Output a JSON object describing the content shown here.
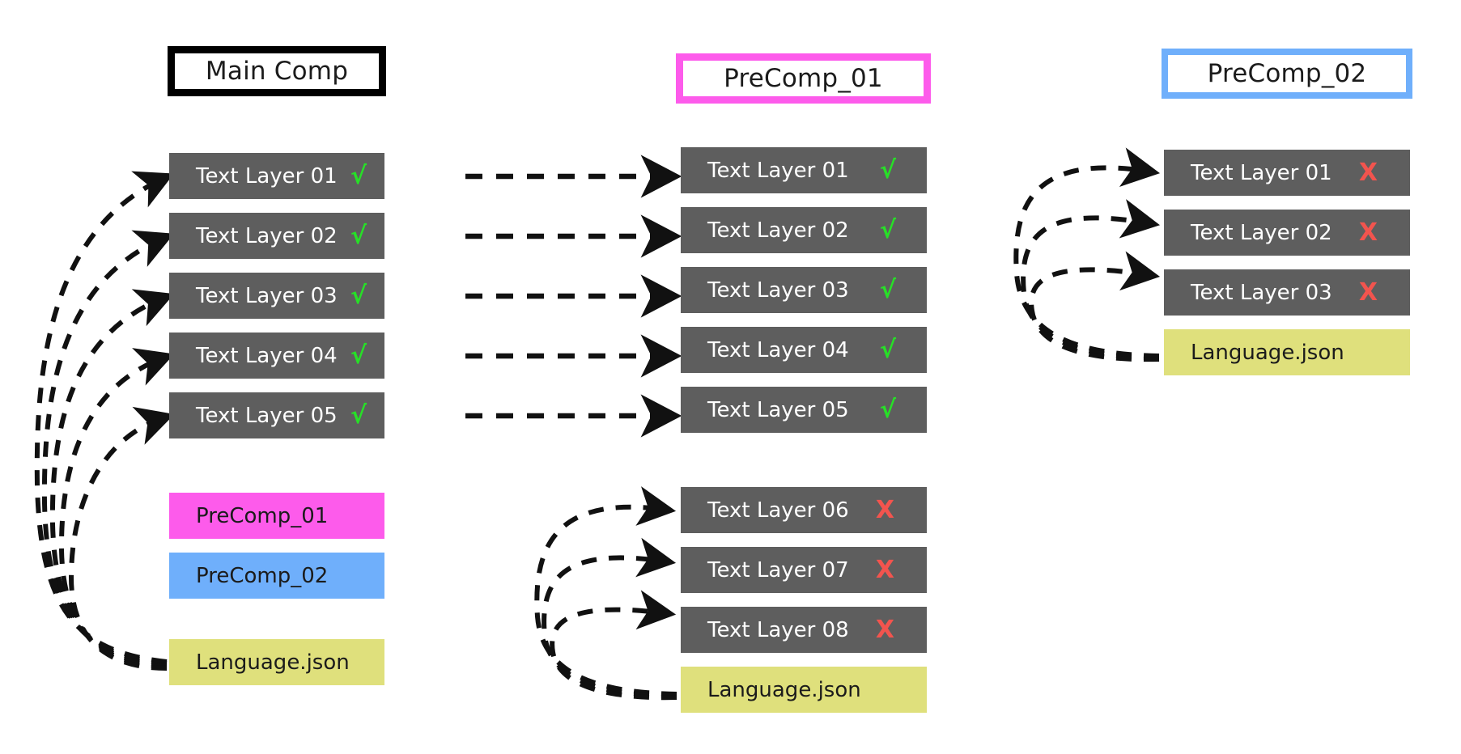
{
  "diagram": {
    "title": "After Effects comp / layer linkage diagram",
    "background": "#ffffff",
    "colors": {
      "layer_gray": "#5e5e5e",
      "precomp_01": "#fd5beb",
      "precomp_02": "#6faffb",
      "json_khaki": "#dfe07c",
      "check_green": "#27e027",
      "cross_red": "#f2544e",
      "arrow_black": "#111111",
      "header_black": "#000000"
    },
    "marks": {
      "ok": "√",
      "no": "X"
    }
  },
  "columns": [
    {
      "id": "main-comp",
      "header": {
        "label": "Main Comp",
        "border_color": "#000000"
      },
      "layers": [
        {
          "name": "Text Layer 01",
          "kind": "text-layer",
          "mark": "ok"
        },
        {
          "name": "Text Layer 02",
          "kind": "text-layer",
          "mark": "ok"
        },
        {
          "name": "Text Layer 03",
          "kind": "text-layer",
          "mark": "ok"
        },
        {
          "name": "Text Layer 04",
          "kind": "text-layer",
          "mark": "ok"
        },
        {
          "name": "Text Layer 05",
          "kind": "text-layer",
          "mark": "ok"
        },
        {
          "name": "PreComp_01",
          "kind": "precomp-01",
          "mark": ""
        },
        {
          "name": "PreComp_02",
          "kind": "precomp-02",
          "mark": ""
        },
        {
          "name": "Language.json",
          "kind": "json",
          "mark": ""
        }
      ]
    },
    {
      "id": "precomp-01",
      "header": {
        "label": "PreComp_01",
        "border_color": "#fd5beb"
      },
      "layers": [
        {
          "name": "Text Layer 01",
          "kind": "text-layer",
          "mark": "ok"
        },
        {
          "name": "Text Layer 02",
          "kind": "text-layer",
          "mark": "ok"
        },
        {
          "name": "Text Layer 03",
          "kind": "text-layer",
          "mark": "ok"
        },
        {
          "name": "Text Layer 04",
          "kind": "text-layer",
          "mark": "ok"
        },
        {
          "name": "Text Layer 05",
          "kind": "text-layer",
          "mark": "ok"
        },
        {
          "name": "Text Layer 06",
          "kind": "text-layer",
          "mark": "no"
        },
        {
          "name": "Text Layer 07",
          "kind": "text-layer",
          "mark": "no"
        },
        {
          "name": "Text Layer 08",
          "kind": "text-layer",
          "mark": "no"
        },
        {
          "name": "Language.json",
          "kind": "json",
          "mark": ""
        }
      ]
    },
    {
      "id": "precomp-02",
      "header": {
        "label": "PreComp_02",
        "border_color": "#6faffb"
      },
      "layers": [
        {
          "name": "Text Layer 01",
          "kind": "text-layer",
          "mark": "no"
        },
        {
          "name": "Text Layer 02",
          "kind": "text-layer",
          "mark": "no"
        },
        {
          "name": "Text Layer 03",
          "kind": "text-layer",
          "mark": "no"
        },
        {
          "name": "Language.json",
          "kind": "json",
          "mark": ""
        }
      ]
    }
  ]
}
